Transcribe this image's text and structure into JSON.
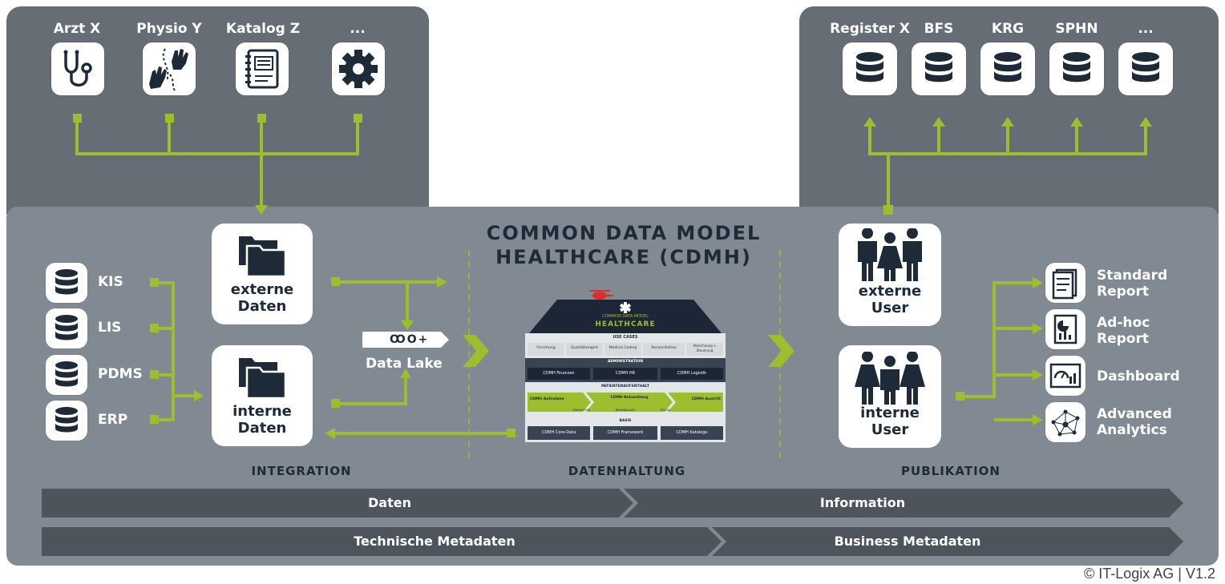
{
  "title_line1": "COMMON DATA MODEL",
  "title_line2": "HEALTHCARE (CDMH)",
  "top_left_sources": [
    "Arzt X",
    "Physio Y",
    "Katalog Z",
    "..."
  ],
  "top_right_targets": [
    "Register X",
    "BFS",
    "KRG",
    "SPHN",
    "..."
  ],
  "left_sources": [
    "KIS",
    "LIS",
    "PDMS",
    "ERP"
  ],
  "externe_daten": [
    "externe",
    "Daten"
  ],
  "interne_daten": [
    "interne",
    "Daten"
  ],
  "data_lake": "Data Lake",
  "data_lake_tag": "ꝎO+",
  "externe_user": [
    "externe",
    "User"
  ],
  "interne_user": [
    "interne",
    "User"
  ],
  "outputs": [
    [
      "Standard",
      "Report"
    ],
    [
      "Ad-hoc",
      "Report"
    ],
    [
      "Dashboard"
    ],
    [
      "Advanced",
      "Analytics"
    ]
  ],
  "sections": [
    "INTEGRATION",
    "DATENHALTUNG",
    "PUBLIKATION"
  ],
  "band1": [
    "Daten",
    "Information"
  ],
  "band2": [
    "Technische Metadaten",
    "Business Metadaten"
  ],
  "copyright": "© IT-Logix AG | V1.2",
  "mini": {
    "brand1": "COMMON DATA MODEL",
    "brand2": "HEALTHCARE",
    "use_cases": "USE CASES",
    "uc_items": [
      "Forschung",
      "Qualitätsmgmt",
      "Medical Coding",
      "Reconciliation",
      "Abrechnung + Steuerung"
    ],
    "admin": "ADMINISTRATION",
    "admin_items": [
      "CDMH Finanzen",
      "CDMH HR",
      "CDMH Logistik"
    ],
    "patient": "PATIENTENAUFENTHALT",
    "patient_items": [
      "CDMH Aufnahme",
      "CDMH Behandlung",
      "CDMH Austritt"
    ],
    "patient_sub": [
      "DIAGNOSTIK",
      "BEHANDLUNG",
      "PFLEGE"
    ],
    "basis": "BASIS",
    "basis_items": [
      "CDMH Core-Data",
      "CDMH Framework",
      "CDMH Kataloge"
    ]
  },
  "colors": {
    "accent": "#9dbf2e",
    "dark": "#1f2a38",
    "panel_dark": "#666d75",
    "panel_main": "#818a92",
    "band": "#4d545c"
  }
}
